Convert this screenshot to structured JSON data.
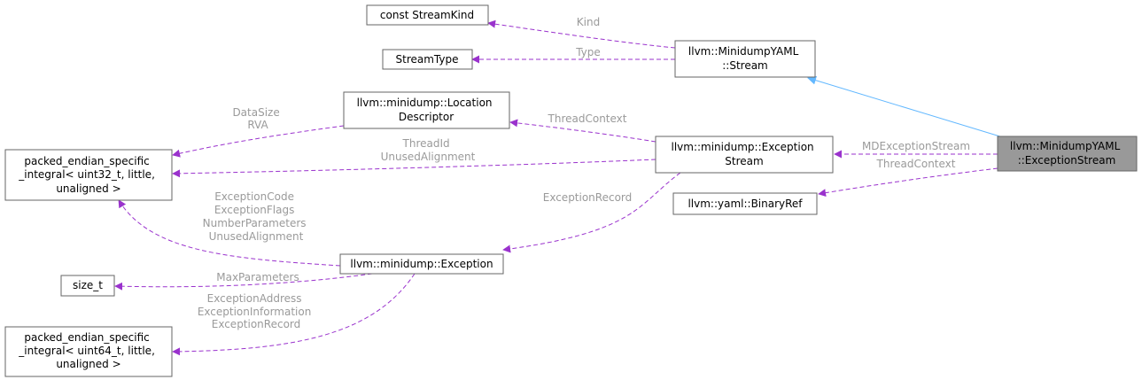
{
  "nodes": {
    "stream_kind": [
      "const StreamKind"
    ],
    "stream_type": [
      "StreamType"
    ],
    "yaml_stream": [
      "llvm::MinidumpYAML",
      "::Stream"
    ],
    "location_descriptor": [
      "llvm::minidump::Location",
      "Descriptor"
    ],
    "pes_uint32": [
      "packed_endian_specific",
      "_integral< uint32_t, little,",
      "unaligned >"
    ],
    "minidump_exception_stream": [
      "llvm::minidump::Exception",
      "Stream"
    ],
    "yaml_exception_stream": [
      "llvm::MinidumpYAML",
      "::ExceptionStream"
    ],
    "binary_ref": [
      "llvm::yaml::BinaryRef"
    ],
    "minidump_exception": [
      "llvm::minidump::Exception"
    ],
    "size_t": [
      "size_t"
    ],
    "pes_uint64": [
      "packed_endian_specific",
      "_integral< uint64_t, little,",
      "unaligned >"
    ]
  },
  "edge_labels": {
    "kind": [
      "Kind"
    ],
    "type": [
      "Type"
    ],
    "data_size_rva": [
      "DataSize",
      "RVA"
    ],
    "thread_context_loc": [
      "ThreadContext"
    ],
    "threadid_unused": [
      "ThreadId",
      "UnusedAlignment"
    ],
    "md_exception_stream": [
      "MDExceptionStream"
    ],
    "thread_context_bin": [
      "ThreadContext"
    ],
    "exception_record_ms": [
      "ExceptionRecord"
    ],
    "exc_fields_u32": [
      "ExceptionCode",
      "ExceptionFlags",
      "NumberParameters",
      "UnusedAlignment"
    ],
    "max_parameters": [
      "MaxParameters"
    ],
    "exc_fields_u64": [
      "ExceptionAddress",
      "ExceptionInformation",
      "ExceptionRecord"
    ]
  },
  "colors": {
    "member_edge": "#9a32cd",
    "inherit_edge": "#63b8ff",
    "focus_fill": "#999999",
    "label": "#9a9a9a"
  }
}
